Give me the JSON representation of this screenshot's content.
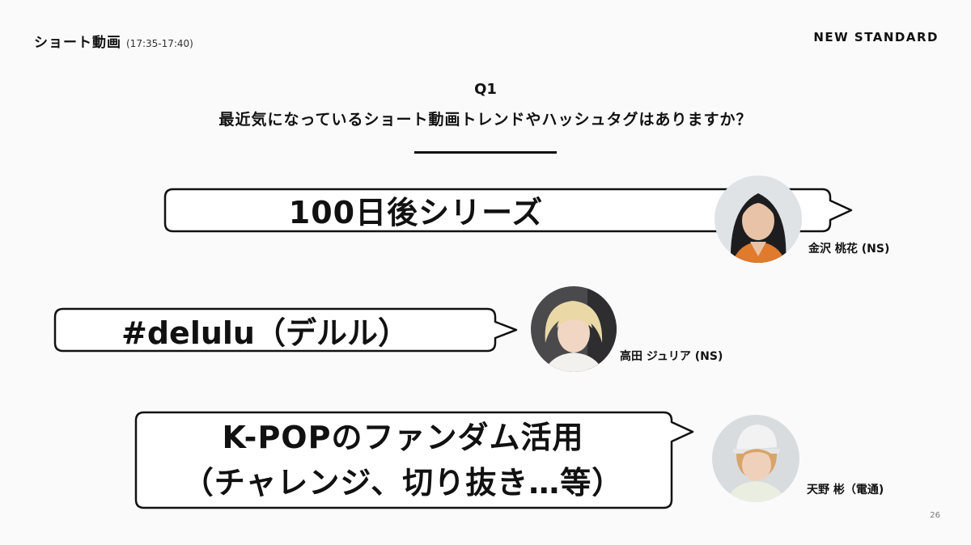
{
  "header": {
    "title": "ショート動画",
    "time": "(17:35-17:40)"
  },
  "brand": "NEW STANDARD",
  "question": {
    "label": "Q1",
    "text": "最近気になっているショート動画トレンドやハッシュタグはありますか？"
  },
  "answers": [
    {
      "lines": [
        "100日後シリーズ"
      ],
      "speaker": "金沢 桃花 (NS)"
    },
    {
      "lines": [
        "#delulu（デルル）"
      ],
      "speaker": "高田 ジュリア (NS)"
    },
    {
      "lines": [
        "K-POPのファンダム活用",
        "（チャレンジ、切り抜き…等）"
      ],
      "speaker": "天野 彬（電通)"
    }
  ],
  "page_number": "26",
  "colors": {
    "background": "#fafafa",
    "ink": "#111111",
    "accent_orange": "#e07a2c"
  }
}
